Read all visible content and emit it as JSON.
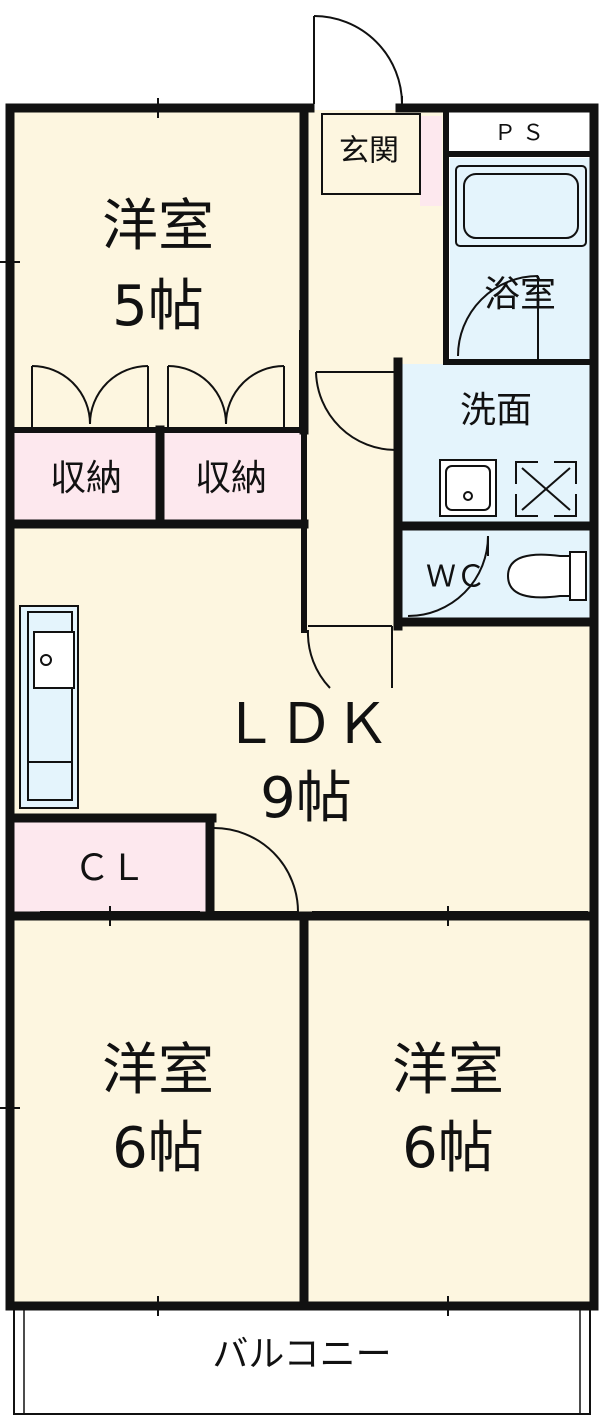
{
  "rooms": {
    "western_room_1": {
      "name": "洋室",
      "size": "5帖"
    },
    "storage_1": "収納",
    "storage_2": "収納",
    "entrance": "玄関",
    "pipe_space": "ＰＳ",
    "bathroom": "浴室",
    "washroom": "洗面",
    "toilet": "ＷＣ",
    "ldk": {
      "name": "ＬＤＫ",
      "size": "9帖"
    },
    "closet": "ＣＬ",
    "western_room_2": {
      "name": "洋室",
      "size": "6帖"
    },
    "western_room_3": {
      "name": "洋室",
      "size": "6帖"
    },
    "balcony": "バルコニー"
  },
  "colors": {
    "room_fill": "#fdf6e0",
    "storage_fill": "#fde8ee",
    "wet_fill": "#e4f4fc",
    "wall": "#111111",
    "background": "#ffffff"
  }
}
